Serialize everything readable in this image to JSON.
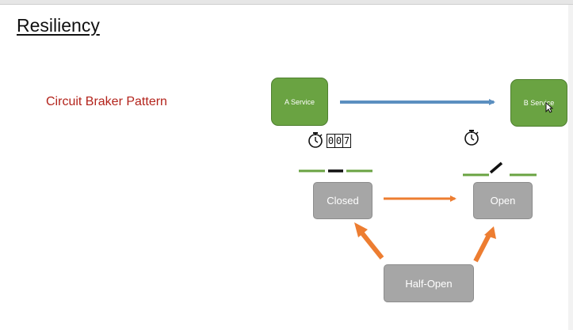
{
  "slide": {
    "title": "Resiliency",
    "subtitle": "Circuit Braker Pattern"
  },
  "services": {
    "a_label": "A Service",
    "b_label": "B Service"
  },
  "states": {
    "closed": "Closed",
    "open": "Open",
    "half_open": "Half-Open"
  },
  "failure_counter": [
    "0",
    "0",
    "7"
  ],
  "colors": {
    "service_green": "#6aa342",
    "state_gray": "#a6a6a6",
    "request_arrow": "#5b8fc0",
    "transition_arrow": "#ed7d31",
    "subtitle_red": "#b3231b",
    "switch_green": "#6aa342"
  },
  "icons": [
    "stopwatch-icon",
    "cursor-icon"
  ]
}
